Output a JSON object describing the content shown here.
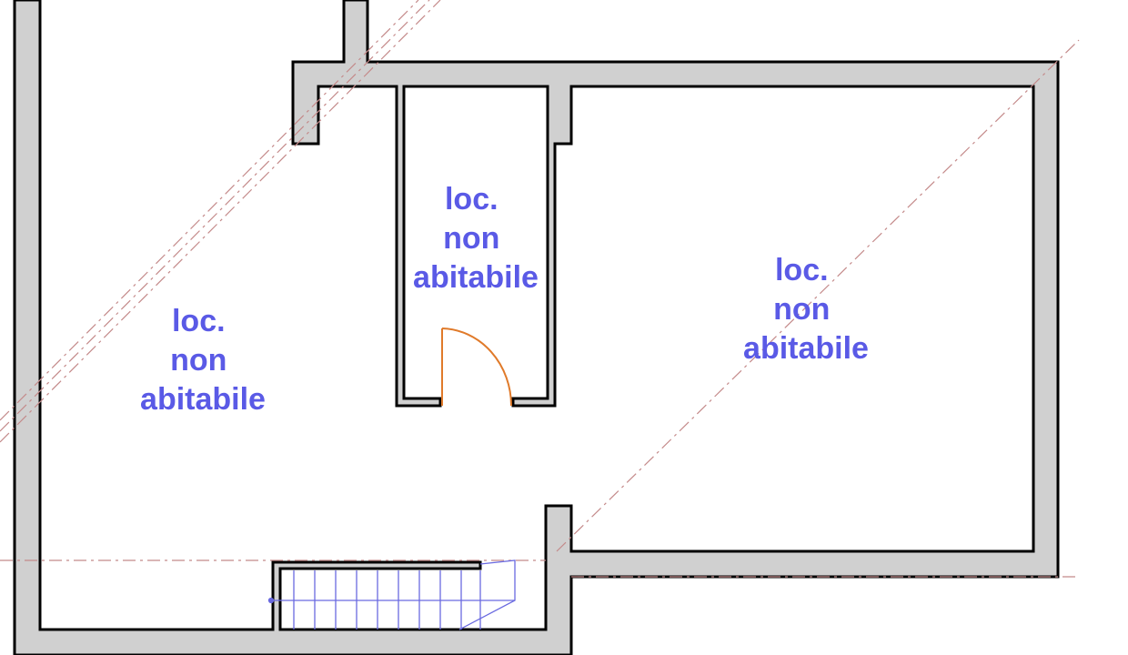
{
  "rooms": [
    {
      "id": "left",
      "lines": [
        "loc.",
        "non",
        "abitabile"
      ]
    },
    {
      "id": "center",
      "lines": [
        "loc.",
        "non",
        "abitabile"
      ]
    },
    {
      "id": "right",
      "lines": [
        "loc.",
        "non",
        "abitabile"
      ]
    }
  ],
  "colors": {
    "wall_fill": "#d0d0d0",
    "wall_stroke": "#000000",
    "label": "#5a5ae6",
    "door": "#e07a2a",
    "stair": "#6a6ae0",
    "section_line": "#c48a8a"
  },
  "icons": [
    "door-swing-icon",
    "staircase-icon"
  ]
}
